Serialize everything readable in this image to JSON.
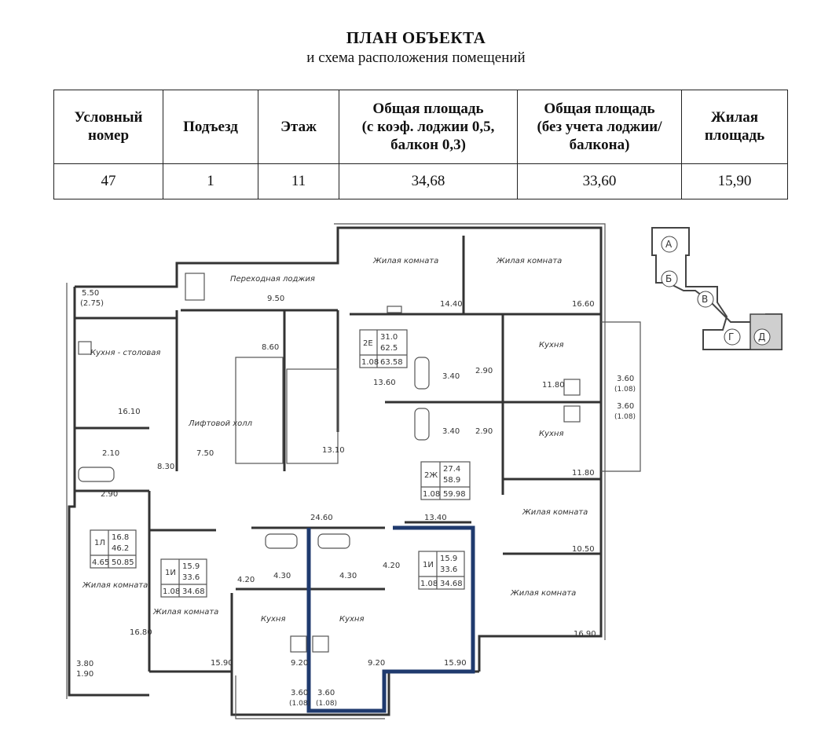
{
  "header": {
    "title": "ПЛАН ОБЪЕКТА",
    "subtitle": "и схема расположения помещений"
  },
  "table": {
    "columns": [
      "Условный номер",
      "Подъезд",
      "Этаж",
      "Общая площадь (с коэф. лоджии 0,5, балкон 0,3)",
      "Общая площадь (без учета лоджии/балкона)",
      "Жилая площадь"
    ],
    "col_parts": {
      "c3_bold": "Общая площадь",
      "c3_rest": "(с коэф. лоджии 0,5, балкон 0,3)",
      "c4_bold": "Общая площадь",
      "c4_rest": "(без учета лоджии/балкона)"
    },
    "values": [
      "47",
      "1",
      "11",
      "34,68",
      "33,60",
      "15,90"
    ]
  },
  "plan": {
    "labels": {
      "loggia": "Переходная лоджия",
      "lift_hall": "Лифтовой холл",
      "kitchen_dining": "Кухня - столовая",
      "living": "Жилая комната",
      "kitchen": "Кухня"
    },
    "areas": [
      "5.50",
      "(2.75)",
      "9.50",
      "8.60",
      "16.10",
      "2.10",
      "2.90",
      "8.30",
      "7.50",
      "13.10",
      "13.60",
      "14.40",
      "16.60",
      "3.40",
      "2.90",
      "11.80",
      "3.60",
      "(1.08)",
      "24.60",
      "13.40",
      "4.20",
      "4.30",
      "10.50",
      "16.80",
      "15.90",
      "9.20",
      "16.90",
      "3.80",
      "1.90"
    ],
    "flats": {
      "f2e": [
        "2Е",
        "31.0",
        "62.5",
        "1.08",
        "63.58"
      ],
      "f2zh": [
        "2Ж",
        "27.4",
        "58.9",
        "1.08",
        "59.98"
      ],
      "f1l": [
        "1Л",
        "16.8",
        "46.2",
        "4.65",
        "50.85"
      ],
      "f1i_left": [
        "1И",
        "15.9",
        "33.6",
        "1.08",
        "34.68"
      ],
      "f1i_right": [
        "1И",
        "15.9",
        "33.6",
        "1.08",
        "34.68"
      ]
    },
    "highlight_color": "#1f3a6e"
  },
  "keymap": {
    "sections": [
      "А",
      "Б",
      "В",
      "Г",
      "Д"
    ]
  }
}
